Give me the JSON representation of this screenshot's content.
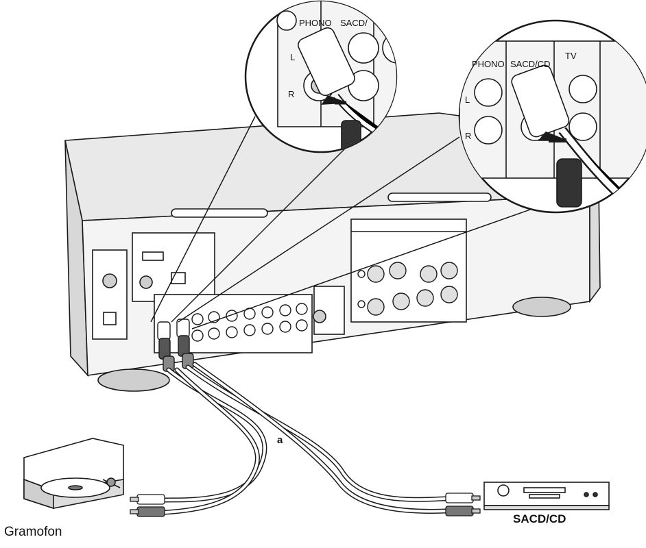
{
  "labels": {
    "turntable": "Gramofon",
    "cd_player": "SACD/CD",
    "cable": "a"
  },
  "zoom_left": {
    "jack_labels": [
      "PHONO",
      "SACD/"
    ],
    "channel_left": "L",
    "channel_right": "R"
  },
  "zoom_right": {
    "jack_labels": [
      "PHONO",
      "SACD/CD",
      "TV"
    ],
    "channel_left": "L",
    "channel_right": "R"
  },
  "colors": {
    "line": "#1a1a1a",
    "panel": "#f4f4f4",
    "shade": "#9a9a9a",
    "background": "#ffffff"
  }
}
